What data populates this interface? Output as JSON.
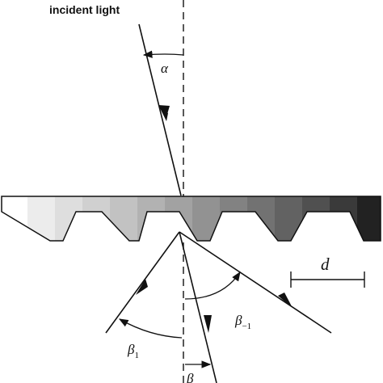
{
  "labels": {
    "incident": "incident light",
    "alpha": "α",
    "d": "d",
    "beta1_sym": "β",
    "beta1_sub": "1",
    "betam1_sym": "β",
    "betam1_sub": "−1",
    "beta0_sym": "β"
  },
  "colors": {
    "stroke": "#111111",
    "gradient_light": "#ffffff",
    "gradient_dark": "#1a1a1a"
  }
}
